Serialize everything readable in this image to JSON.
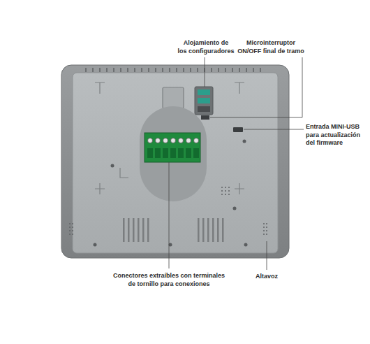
{
  "diagram": {
    "labels": [
      "Alojamiento de los configuradores",
      "Microinterruptor ON/OFF final de tramo",
      "Entrada MINI-USB para actualización del firmware",
      "Conectores extraíbles con terminales de tornillo para conexiones",
      "Altavoz"
    ]
  }
}
